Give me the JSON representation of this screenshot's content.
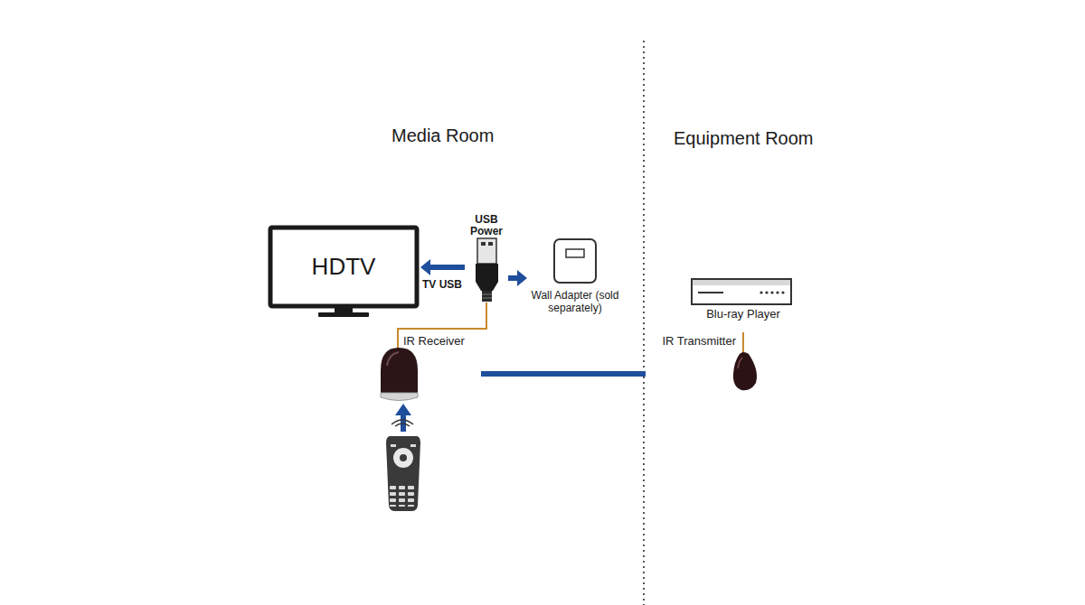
{
  "diagram": {
    "nodes": [
      {
        "text": [
          "HDTV"
        ]
      },
      {
        "text": [
          "USB Power"
        ]
      },
      {
        "text": [
          "Wall Adapter (sold separately)"
        ]
      },
      {
        "text": [
          "IR Receiver"
        ]
      },
      {
        "text": [
          "Blu-ray Player"
        ]
      },
      {
        "text": [
          "IR Transmitter"
        ]
      }
    ],
    "edges": [
      {
        "from": 1,
        "to": 0,
        "arrow": "to",
        "label": "TV USB"
      },
      {
        "from": 1,
        "to": 2,
        "arrow": "to"
      },
      {
        "from": 1,
        "to": 3,
        "arrow": "none"
      },
      {
        "from": 3,
        "to": 5,
        "arrow": "none"
      }
    ],
    "labels": [
      "Media Room",
      "Equipment Room"
    ]
  }
}
